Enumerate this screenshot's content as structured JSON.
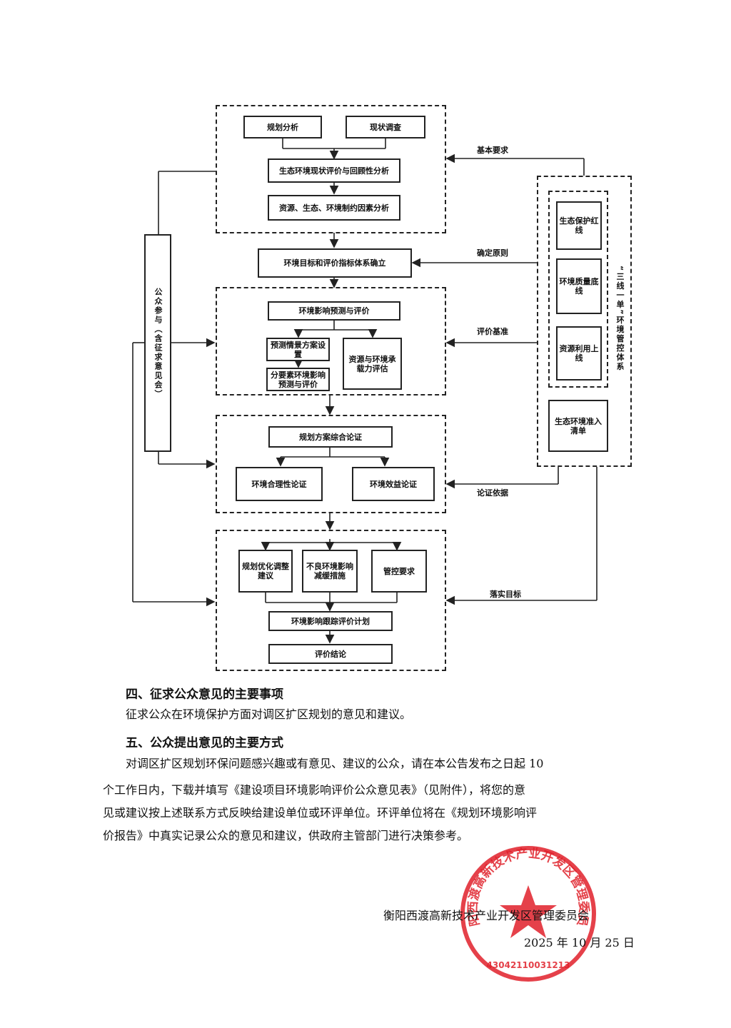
{
  "flowchart": {
    "section1": {
      "planning_analysis": "规划分析",
      "status_survey": "现状调查",
      "eco_status_eval": "生态环境现状评价与回顾性分析",
      "constraint_analysis": "资源、生态、环境制约因素分析"
    },
    "target_system": "环境目标和评价指标体系确立",
    "section2": {
      "impact_prediction": "环境影响预测与评价",
      "scenario_setting": "预测情景方案设置",
      "element_prediction": "分要素环境影响预测与评价",
      "capacity_eval": "资源与环境承载力评估"
    },
    "section3": {
      "comprehensive_demo": "规划方案综合论证",
      "rationality_demo": "环境合理性论证",
      "benefit_demo": "环境效益论证"
    },
    "section4": {
      "optimization": "规划优化调整建议",
      "mitigation": "不良环境影响减缓措施",
      "control": "管控要求",
      "tracking_plan": "环境影响跟踪评价计划",
      "conclusion": "评价结论"
    },
    "public_participation": "公众参与（含征求意见会）",
    "three_lines": {
      "eco_red_line": "生态保护红线",
      "env_quality_line": "环境质量底线",
      "resource_line": "资源利用上线",
      "access_list": "生态环境准入清单",
      "system_label": "“三线一单”环境管控体系"
    },
    "arrows": {
      "basic_req": "基本要求",
      "principle": "确定原则",
      "benchmark": "评价基准",
      "basis": "论证依据",
      "target": "落实目标"
    }
  },
  "section_four": {
    "heading": "四、征求公众意见的主要事项",
    "body": "征求公众在环境保护方面对调区扩区规划的意见和建议。"
  },
  "section_five": {
    "heading": "五、公众提出意见的主要方式",
    "lines": [
      "对调区扩区规划环保问题感兴趣或有意见、建议的公众，请在本公告发布之日起 10",
      "个工作日内，下载并填写《建设项目环境影响评价公众意见表》（见附件），将您的意",
      "见或建议按上述联系方式反映给建设单位或环评单位。环评单位将在《规划环境影响评",
      "价报告》中真实记录公众的意见和建议，供政府主管部门进行决策参考。"
    ]
  },
  "signature": {
    "org": "衡阳西渡高新技术产业开发区管理委员会",
    "date": "2025 年 10 月 25 日"
  },
  "stamp": {
    "ring_text": "衡阳西渡高新技术产业开发区管理委员会",
    "code": "4304211003121​3",
    "color": "#e0202a"
  }
}
